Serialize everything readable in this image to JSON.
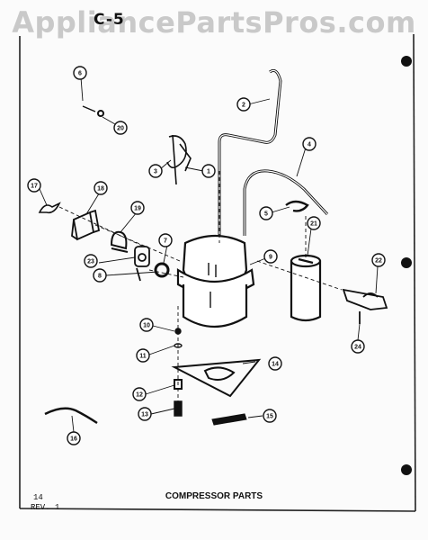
{
  "watermark": "AppliancePartsPros.com",
  "section": "C-5",
  "caption": "COMPRESSOR PARTS",
  "page_number": "14",
  "revision": "REV. 1",
  "callouts": [
    "1",
    "2",
    "3",
    "4",
    "5",
    "6",
    "7",
    "8",
    "9",
    "10",
    "11",
    "12",
    "13",
    "14",
    "15",
    "16",
    "17",
    "18",
    "19",
    "20",
    "21",
    "22",
    "23",
    "24"
  ]
}
